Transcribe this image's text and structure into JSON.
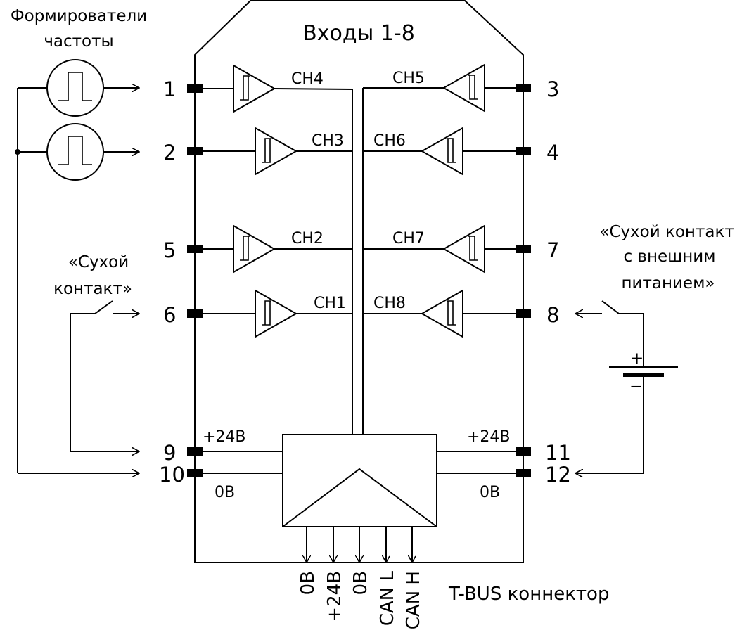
{
  "module": {
    "title": "Входы 1-8"
  },
  "labels": {
    "freq_formers_line1": "Формирователи",
    "freq_formers_line2": "частоты",
    "dry_contact_line1": "«Сухой",
    "dry_contact_line2": "контакт»",
    "dry_ext_line1": "«Сухой контакт",
    "dry_ext_line2": "с внешним",
    "dry_ext_line3": "питанием»",
    "battery_plus": "+",
    "battery_minus": "−",
    "tbus": "T-BUS коннектор"
  },
  "pins": {
    "p1": "1",
    "p2": "2",
    "p3": "3",
    "p4": "4",
    "p5": "5",
    "p6": "6",
    "p7": "7",
    "p8": "8",
    "p9": "9",
    "p10": "10",
    "p11": "11",
    "p12": "12"
  },
  "channels": {
    "ch1": "CH1",
    "ch2": "CH2",
    "ch3": "CH3",
    "ch4": "CH4",
    "ch5": "CH5",
    "ch6": "CH6",
    "ch7": "CH7",
    "ch8": "CH8"
  },
  "power": {
    "left_24v": "+24В",
    "left_0v": "0В",
    "right_24v": "+24В",
    "right_0v": "0В"
  },
  "bus_signals": {
    "s1": "0В",
    "s2": "+24В",
    "s3": "0В",
    "s4": "CAN L",
    "s5": "CAN H"
  },
  "icons": {
    "pulse": "pulse-generator-icon",
    "schmitt_buffer": "schmitt-trigger-buffer-icon",
    "switch": "switch-contact-icon",
    "battery": "battery-icon",
    "transceiver": "bus-transceiver-icon"
  }
}
